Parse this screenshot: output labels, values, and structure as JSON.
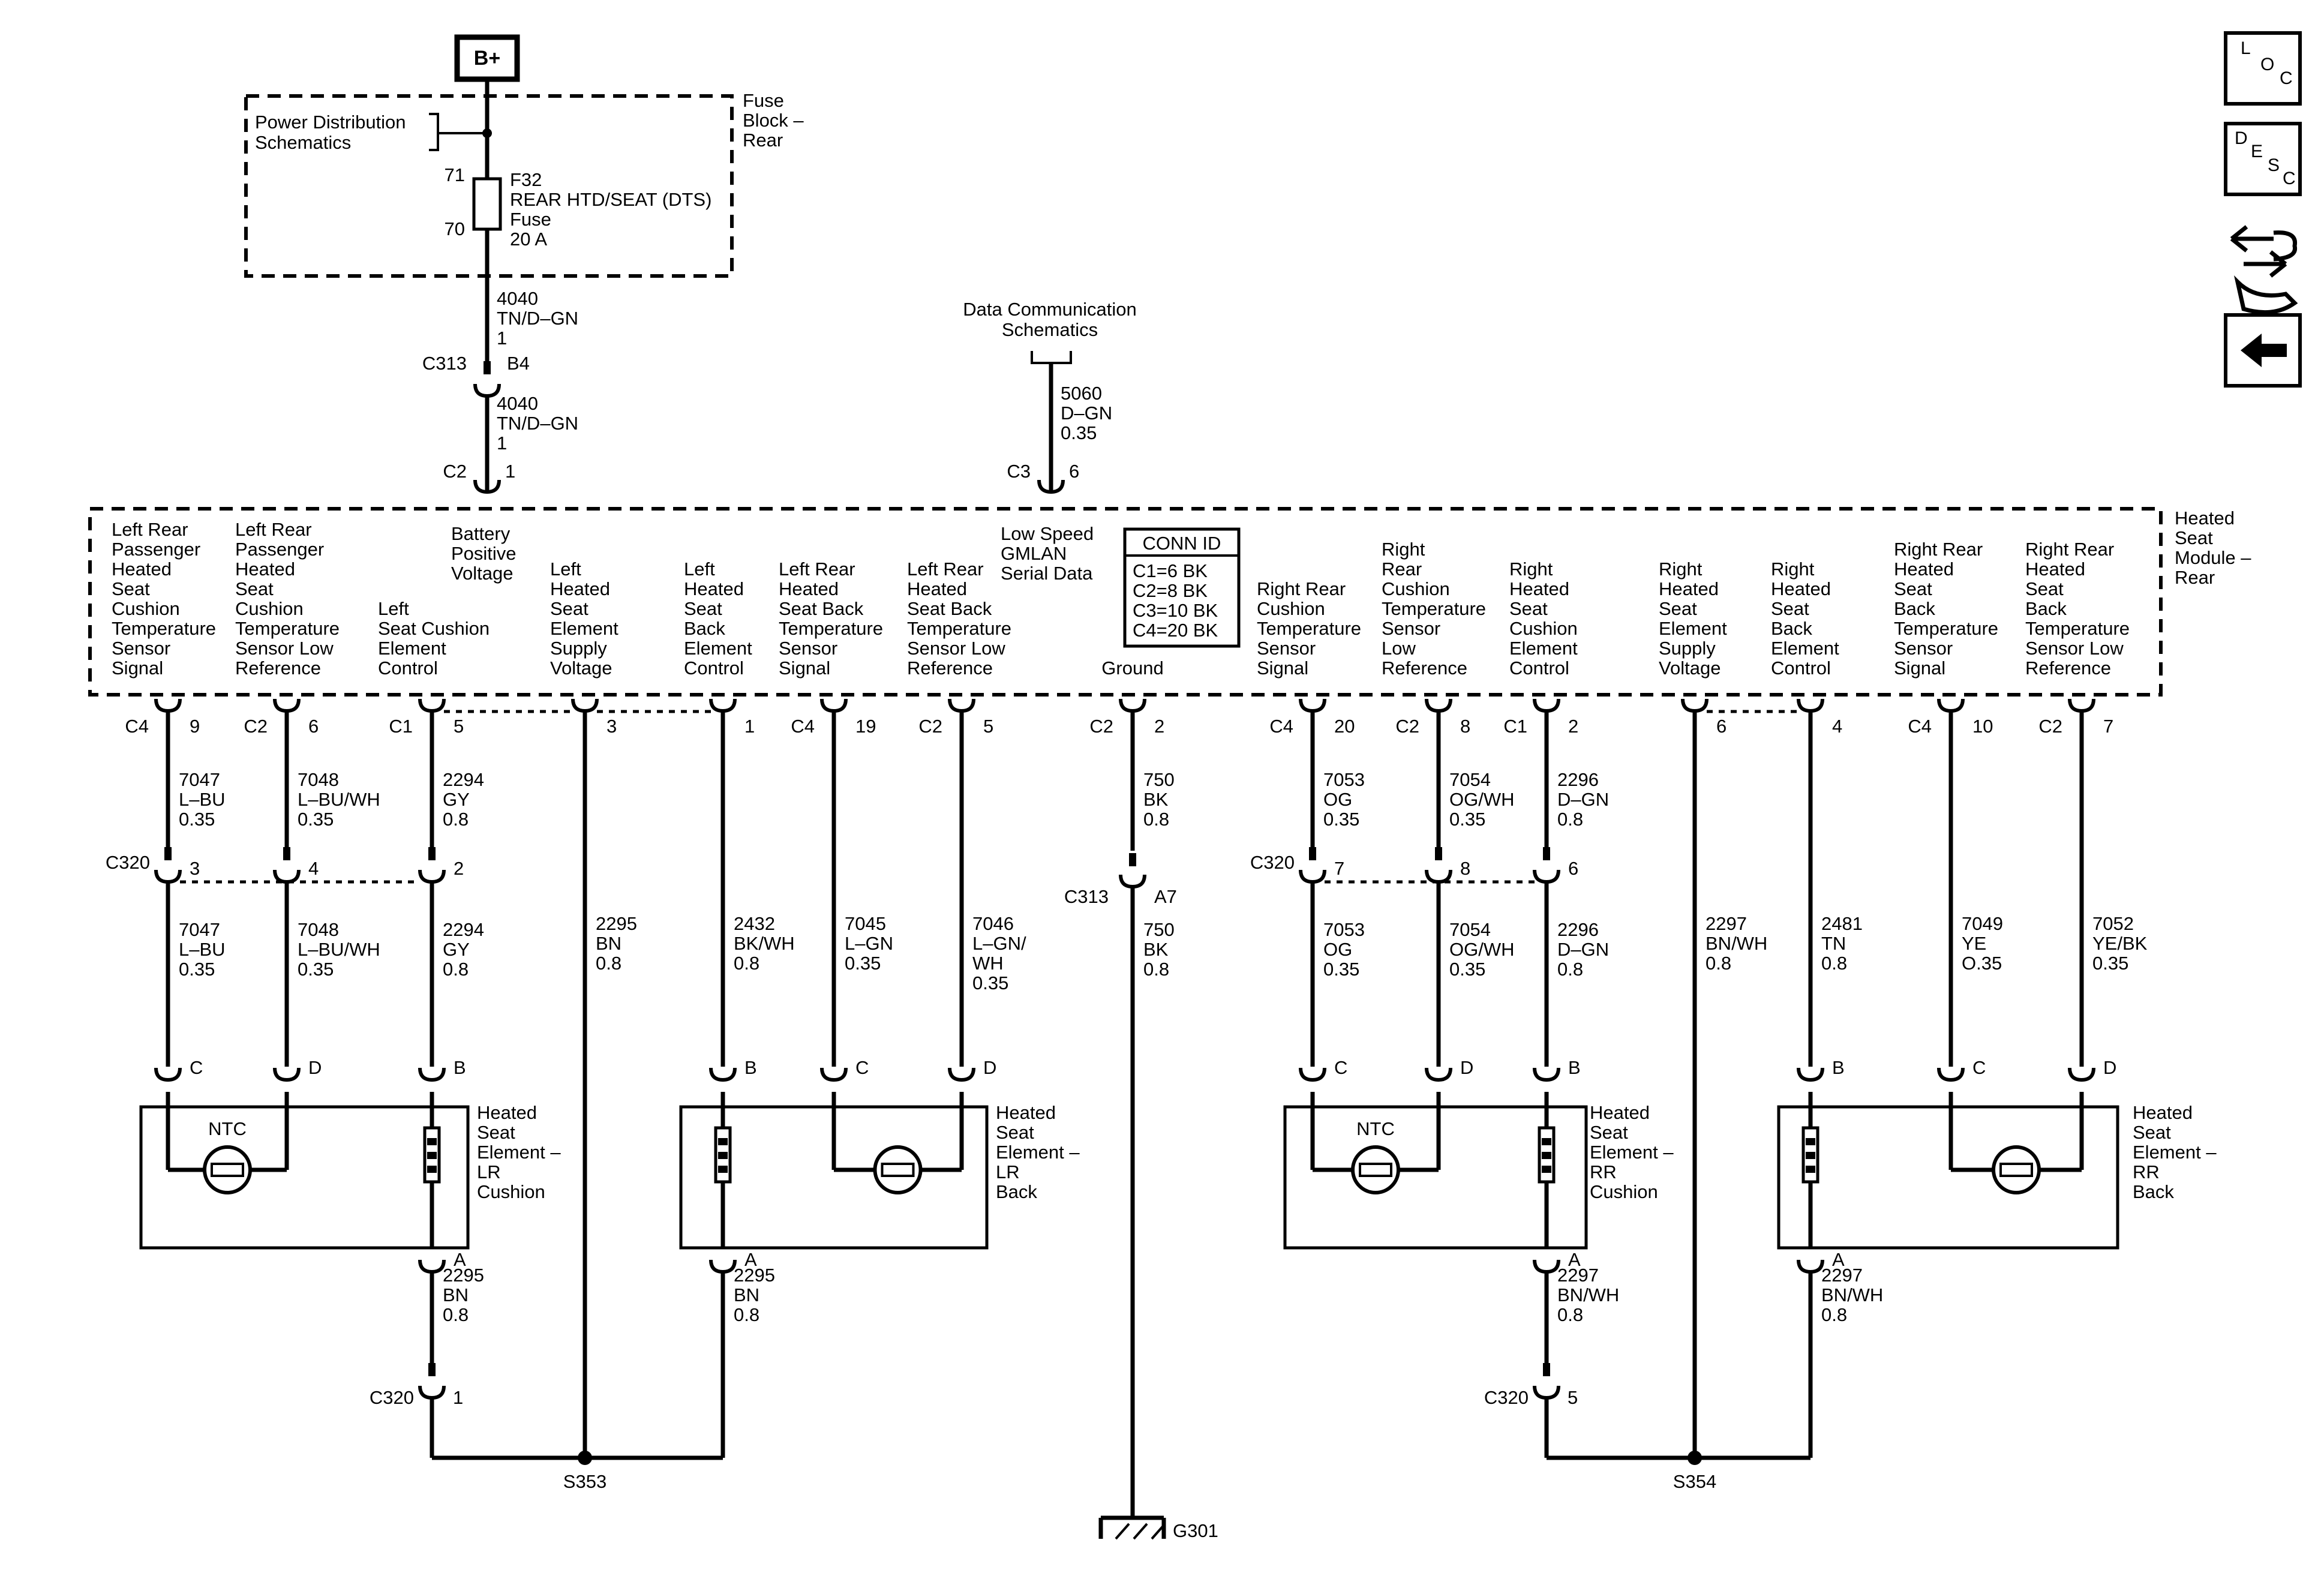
{
  "power": {
    "label": "B+"
  },
  "fuse_block": {
    "name": [
      "Fuse",
      "Block –",
      "Rear"
    ],
    "ref": [
      "Power Distribution",
      "Schematics"
    ],
    "fuse_pin_in": "71",
    "fuse_pin_out": "70",
    "fuse_lines": [
      "F32",
      "REAR HTD/SEAT (DTS)",
      "Fuse",
      "20 A"
    ]
  },
  "top_wire": {
    "upper": [
      "4040",
      "TN/D–GN",
      "1"
    ],
    "lower": [
      "4040",
      "TN/D–GN",
      "1"
    ],
    "inline_conn": "C313",
    "inline_pin": "B4",
    "module_conn": "C2",
    "module_pin": "1"
  },
  "data_comm": {
    "ref": [
      "Data Communication",
      "Schematics"
    ],
    "wire": [
      "5060",
      "D–GN",
      "0.35"
    ],
    "conn": "C3",
    "pin": "6"
  },
  "module": {
    "name": [
      "Heated",
      "Seat",
      "Module –",
      "Rear"
    ]
  },
  "conn_id": {
    "title": "CONN ID",
    "lines": [
      "C1=6 BK",
      "C2=8 BK",
      "C3=10 BK",
      "C4=20 BK"
    ]
  },
  "module_labels": {
    "battery": [
      "Battery",
      "Positive",
      "Voltage"
    ],
    "lsgm": [
      "Low Speed",
      "GMLAN",
      "Serial Data"
    ],
    "ground": "Ground"
  },
  "circuits": [
    {
      "label": [
        "Left Rear",
        "Passenger",
        "Heated",
        "Seat",
        "Cushion",
        "Temperature",
        "Sensor",
        "Signal"
      ],
      "conn": "C4",
      "pin": "9",
      "wire1": [
        "7047",
        "L–BU",
        "0.35"
      ],
      "c320_pin": "3",
      "wire2": [
        "7047",
        "L–BU",
        "0.35"
      ],
      "term": "C"
    },
    {
      "label": [
        "Left Rear",
        "Passenger",
        "Heated",
        "Seat",
        "Cushion",
        "Temperature",
        "Sensor Low",
        "Reference"
      ],
      "conn": "C2",
      "pin": "6",
      "wire1": [
        "7048",
        "L–BU/WH",
        "0.35"
      ],
      "c320_pin": "4",
      "wire2": [
        "7048",
        "L–BU/WH",
        "0.35"
      ],
      "term": "D"
    },
    {
      "label": [
        "Left",
        "Seat Cushion",
        "Element",
        "Control"
      ],
      "conn": "C1",
      "pin": "5",
      "wire1": [
        "2294",
        "GY",
        "0.8"
      ],
      "c320_pin": "2",
      "wire2": [
        "2294",
        "GY",
        "0.8"
      ],
      "term": "B"
    },
    {
      "label": [
        "Left",
        "Heated",
        "Seat",
        "Element",
        "Supply",
        "Voltage"
      ],
      "pin": "3",
      "wire": [
        "2295",
        "BN",
        "0.8"
      ]
    },
    {
      "label": [
        "Left",
        "Heated",
        "Seat",
        "Back",
        "Element",
        "Control"
      ],
      "pin": "1",
      "wire": [
        "2432",
        "BK/WH",
        "0.8"
      ],
      "term": "B"
    },
    {
      "label": [
        "Left Rear",
        "Heated",
        "Seat Back",
        "Temperature",
        "Sensor",
        "Signal"
      ],
      "conn": "C4",
      "pin": "19",
      "wire": [
        "7045",
        "L–GN",
        "0.35"
      ],
      "term": "C"
    },
    {
      "label": [
        "Left Rear",
        "Heated",
        "Seat Back",
        "Temperature",
        "Sensor Low",
        "Reference"
      ],
      "conn": "C2",
      "pin": "5",
      "wire": [
        "7046",
        "L–GN/",
        "WH",
        "0.35"
      ],
      "term": "D"
    },
    {
      "conn": "C2",
      "pin": "2",
      "wire1": [
        "750",
        "BK",
        "0.8"
      ],
      "inline_conn": "C313",
      "inline_pin": "A7",
      "wire2": [
        "750",
        "BK",
        "0.8"
      ],
      "ground": "G301"
    },
    {
      "label": [
        "Right Rear",
        "Cushion",
        "Temperature",
        "Sensor",
        "Signal"
      ],
      "conn": "C4",
      "pin": "20",
      "wire1": [
        "7053",
        "OG",
        "0.35"
      ],
      "c320_pin": "7",
      "wire2": [
        "7053",
        "OG",
        "0.35"
      ],
      "term": "C"
    },
    {
      "label": [
        "Right",
        "Rear",
        "Cushion",
        "Temperature",
        "Sensor",
        "Low",
        "Reference"
      ],
      "conn": "C2",
      "pin": "8",
      "wire1": [
        "7054",
        "OG/WH",
        "0.35"
      ],
      "c320_pin": "8",
      "wire2": [
        "7054",
        "OG/WH",
        "0.35"
      ],
      "term": "D"
    },
    {
      "label": [
        "Right",
        "Heated",
        "Seat",
        "Cushion",
        "Element",
        "Control"
      ],
      "conn": "C1",
      "pin": "2",
      "wire1": [
        "2296",
        "D–GN",
        "0.8"
      ],
      "c320_pin": "6",
      "wire2": [
        "2296",
        "D–GN",
        "0.8"
      ],
      "term": "B"
    },
    {
      "label": [
        "Right",
        "Heated",
        "Seat",
        "Element",
        "Supply",
        "Voltage"
      ],
      "pin": "6",
      "wire": [
        "2297",
        "BN/WH",
        "0.8"
      ]
    },
    {
      "label": [
        "Right",
        "Heated",
        "Seat",
        "Back",
        "Element",
        "Control"
      ],
      "pin": "4",
      "wire": [
        "2481",
        "TN",
        "0.8"
      ],
      "term": "B"
    },
    {
      "label": [
        "Right Rear",
        "Heated",
        "Seat",
        "Back",
        "Temperature",
        "Sensor",
        "Signal"
      ],
      "conn": "C4",
      "pin": "10",
      "wire": [
        "7049",
        "YE",
        "O.35"
      ],
      "term": "C"
    },
    {
      "label": [
        "Right Rear",
        "Heated",
        "Seat",
        "Back",
        "Temperature",
        "Sensor Low",
        "Reference"
      ],
      "conn": "C2",
      "pin": "7",
      "wire": [
        "7052",
        "YE/BK",
        "0.35"
      ],
      "term": "D"
    }
  ],
  "c320_label_left": "C320",
  "c320_label_right": "C320",
  "elements": [
    {
      "name": [
        "Heated",
        "Seat",
        "Element –",
        "LR",
        "Cushion"
      ],
      "ntc": "NTC",
      "term_bottom": "A",
      "out_wire": [
        "2295",
        "BN",
        "0.8"
      ]
    },
    {
      "name": [
        "Heated",
        "Seat",
        "Element –",
        "LR",
        "Back"
      ],
      "term_bottom": "A",
      "out_wire": [
        "2295",
        "BN",
        "0.8"
      ]
    },
    {
      "name": [
        "Heated",
        "Seat",
        "Element –",
        "RR",
        "Cushion"
      ],
      "ntc": "NTC",
      "term_bottom": "A",
      "out_wire": [
        "2297",
        "BN/WH",
        "0.8"
      ]
    },
    {
      "name": [
        "Heated",
        "Seat",
        "Element –",
        "RR",
        "Back"
      ],
      "term_bottom": "A",
      "out_wire": [
        "2297",
        "BN/WH",
        "0.8"
      ]
    }
  ],
  "bottom": {
    "c320_left": "C320",
    "c320_left_pin": "1",
    "c320_right": "C320",
    "c320_right_pin": "5",
    "splice_left": "S353",
    "splice_right": "S354"
  },
  "nav_buttons": [
    {
      "id": "loc",
      "letters": [
        "L",
        "O",
        "C"
      ]
    },
    {
      "id": "desc",
      "letters": [
        "D",
        "E",
        "S",
        "C"
      ]
    }
  ]
}
